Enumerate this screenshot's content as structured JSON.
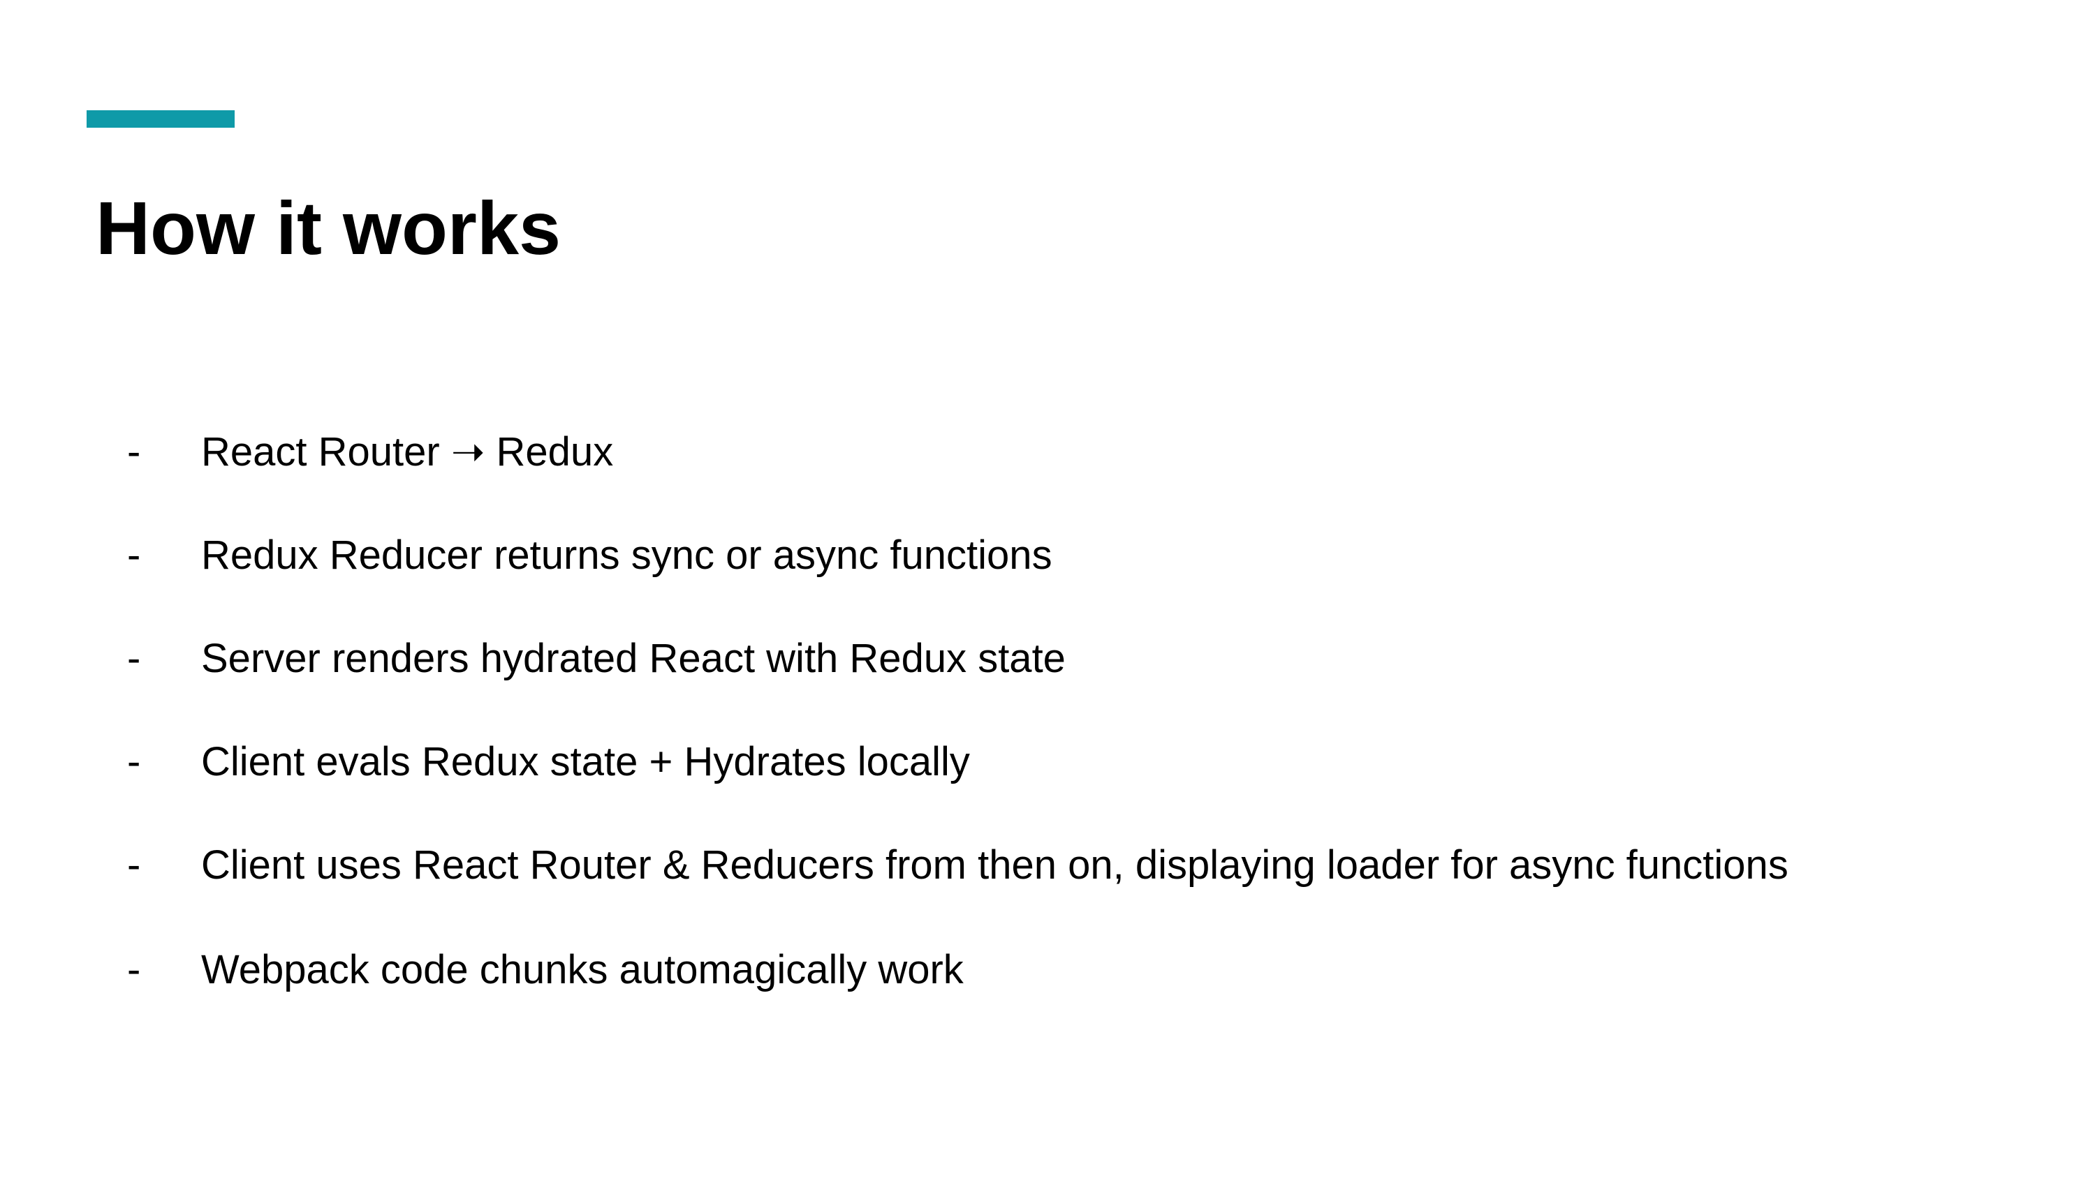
{
  "slide": {
    "accent_color": "#0f9aa8",
    "title": "How it works",
    "bullet_marker": "-",
    "bullets": [
      "React Router ➝ Redux",
      "Redux Reducer returns sync or async functions",
      "Server renders hydrated React with Redux state",
      "Client evals Redux state + Hydrates locally",
      "Client uses React Router & Reducers from then on, displaying loader for async functions",
      "Webpack code chunks automagically work"
    ]
  }
}
